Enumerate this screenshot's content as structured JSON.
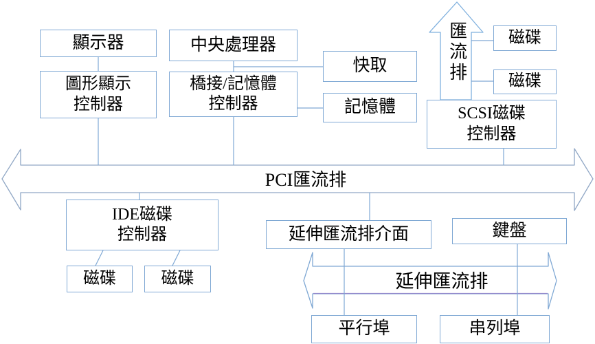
{
  "diagram": {
    "kind": "computer-architecture-block-diagram",
    "nodes": {
      "display": {
        "line1": "顯示器"
      },
      "graphics_controller": {
        "line1": "圖形顯示",
        "line2": "控制器"
      },
      "cpu": {
        "line1": "中央處理器"
      },
      "bridge_memory_controller": {
        "line1": "橋接/記憶體",
        "line2": "控制器"
      },
      "cache": {
        "line1": "快取"
      },
      "memory": {
        "line1": "記憶體"
      },
      "scsi_controller": {
        "line1": "SCSI磁碟",
        "line2": "控制器"
      },
      "disk_top_1": {
        "line1": "磁碟"
      },
      "disk_top_2": {
        "line1": "磁碟"
      },
      "ide_controller": {
        "line1": "IDE磁碟",
        "line2": "控制器"
      },
      "disk_bottom_1": {
        "line1": "磁碟"
      },
      "disk_bottom_2": {
        "line1": "磁碟"
      },
      "expansion_interface": {
        "line1": "延伸匯流排介面"
      },
      "keyboard": {
        "line1": "鍵盤"
      },
      "parallel_port": {
        "line1": "平行埠"
      },
      "serial_port": {
        "line1": "串列埠"
      }
    },
    "buses": {
      "pci_bus": {
        "label": "PCI匯流排"
      },
      "memory_bus": {
        "label": "匯流排"
      },
      "expansion_bus": {
        "label": "延伸匯流排"
      }
    },
    "colors": {
      "box_border": "#7fa8d4",
      "connector_line": "#7fa8d4",
      "pci_arrow_outline": "#90a7c5",
      "up_arrow_outline": "#7fb0de",
      "expansion_arrow_outline": "#7fa8d4",
      "expansion_bottom_accent": "#9288cc",
      "text": "#000000",
      "background": "#ffffff"
    }
  }
}
